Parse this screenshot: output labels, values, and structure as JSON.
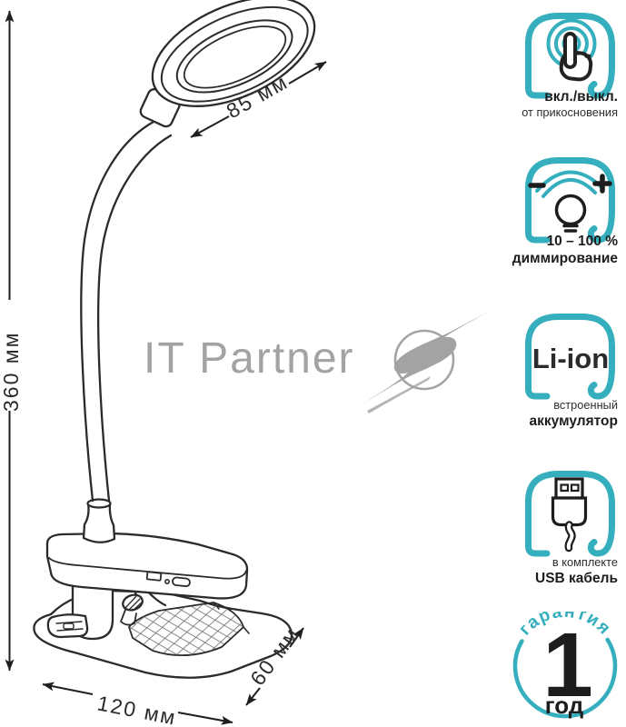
{
  "dimensions": {
    "head_diameter": "85 мм",
    "height": "360 мм",
    "base_length": "120 мм",
    "base_depth": "60 мм"
  },
  "watermark": {
    "text": "IT Partner"
  },
  "features": [
    {
      "icon": "touch-power-icon",
      "line1": "вкл./выкл.",
      "line2": "от прикосновения"
    },
    {
      "icon": "dimming-icon",
      "line1": "10 – 100 %",
      "line2": "диммирование"
    },
    {
      "icon": "li-ion-battery-icon",
      "badge_text": "Li-ion",
      "line1": "встроенный",
      "line2": "аккумулятор"
    },
    {
      "icon": "usb-cable-icon",
      "line1": "в комплекте",
      "line2": "USB кабель"
    }
  ],
  "warranty_badge": {
    "arc_text": "гарантия",
    "value": "1",
    "unit": "год"
  },
  "colors": {
    "accent_teal": "#35aebe",
    "ink": "#262626",
    "watermark_gray": "#a3a3a3"
  }
}
